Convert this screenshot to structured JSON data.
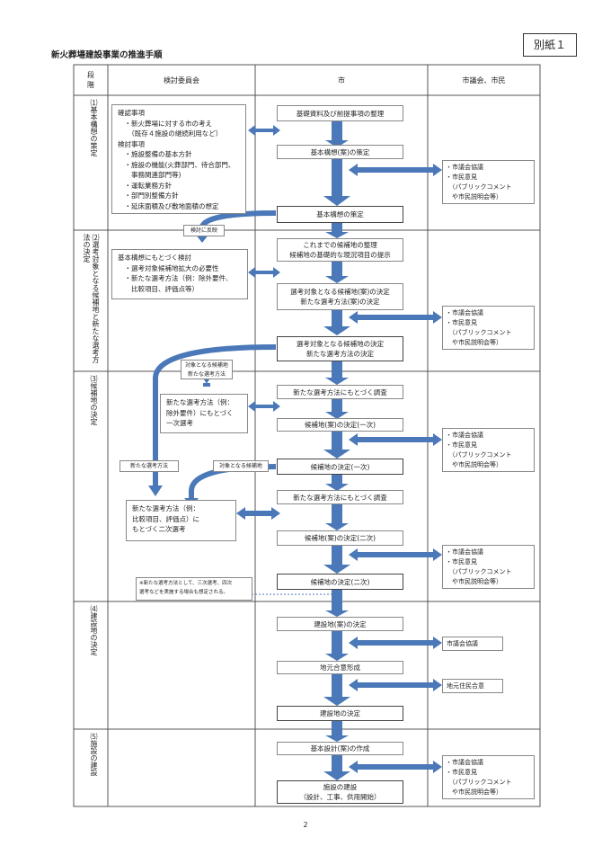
{
  "title": "新火葬場建設事業の推進手順",
  "tag": "別紙１",
  "page_number": "2",
  "headers": {
    "stage": "段\n階",
    "committee": "検討委員会",
    "city": "市",
    "council": "市議会、市民"
  },
  "stages": [
    {
      "num": "⑴",
      "label": "基本構想の策定"
    },
    {
      "num": "⑵",
      "label": "選考対象となる候補地と新たな選考方法の決定"
    },
    {
      "num": "⑶",
      "label": "候補地の決定"
    },
    {
      "num": "⑷",
      "label": "建設地の決定"
    },
    {
      "num": "⑸",
      "label": "施設の建設"
    }
  ],
  "committee_boxes": {
    "s1": "確認事項\n　・新火葬場に対する市の考え\n　　（既存４施設の継続利用など）\n検討事項\n　・施設整備の基本方針\n　・施設の機能(火葬部門、待合部門、\n　　事務関連部門等)\n　・運転業務方針\n　・部門別整備方針\n　・延床面積及び敷地面積の想定",
    "s2": "基本構想にもとづく検討\n　・選考対象候補地拡大の必要性\n　・新たな選考方法（例：除外要件、\n　　比較項目、評価点等）",
    "s3a": "新たな選考方法（例：\n除外要件）にもとづく\n一次選考",
    "s3b": "新たな選考方法（例：\n比較項目、評価点）に\nもとづく二次選考",
    "note": "※新たな選考方法として、三次選考、四次\n選考などを実施する場合も想定される。"
  },
  "small_labels": {
    "reflect": "検討に反映",
    "target_method": "対象となる候補地\n新たな選考方法",
    "new_method": "新たな選考方法",
    "target": "対象となる候補地"
  },
  "city_boxes": {
    "c1": "基礎資料及び前提事項の整理",
    "c2": "基本構想(案)の策定",
    "c3": "基本構想の策定",
    "c4": "これまでの候補地の整理\n候補地の基礎的な現況項目の提示",
    "c5": "選考対象となる候補地(案)の決定\n新たな選考方法(案)の決定",
    "c6": "選考対象となる候補地の決定\n新たな選考方法の決定",
    "c7": "新たな選考方法にもとづく調査",
    "c8": "候補地(案)の決定(一次)",
    "c9": "候補地の決定(一次)",
    "c10": "新たな選考方法にもとづく調査",
    "c11": "候補地(案)の決定(二次)",
    "c12": "候補地の決定(二次)",
    "c13": "建設地(案)の決定",
    "c14": "地元合意形成",
    "c15": "建設地の決定",
    "c16": "基本設計(案)の作成",
    "c17": "施設の建設\n（設計、工事、供用開始）"
  },
  "council_boxes": {
    "r1": "・市議会協議\n・市民意見\n　（パブリックコメント\n　や市民説明会等）",
    "r2": "・市議会協議\n・市民意見\n　（パブリックコメント\n　や市民説明会等）",
    "r3": "・市議会協議\n・市民意見\n　（パブリックコメント\n　や市民説明会等）",
    "r4": "・市議会協議\n・市民意見\n　（パブリックコメント\n　や市民説明会等）",
    "r5": "市議会協議",
    "r6": "地元住民合意",
    "r7": "・市議会協議\n・市民意見\n　（パブリックコメント\n　や市民説明会等）"
  },
  "colors": {
    "arrow": "#4a78b8",
    "arrow_dark": "#3a62a0",
    "border": "#888888"
  }
}
